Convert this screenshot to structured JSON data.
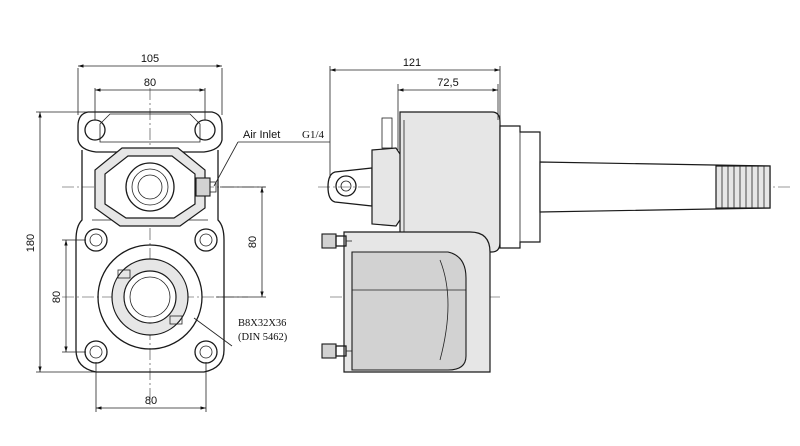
{
  "dimensions": {
    "front_width_outer": "105",
    "front_width_inner": "80",
    "front_height_total": "180",
    "front_right_height": "80",
    "front_left_height": "80",
    "front_bottom_width": "80",
    "side_total_length": "121",
    "side_partial_length": "72,5"
  },
  "labels": {
    "air_inlet": "Air Inlet",
    "thread": "G1/4",
    "spline_line1": "B8X32X36",
    "spline_line2": "(DIN 5462)"
  }
}
